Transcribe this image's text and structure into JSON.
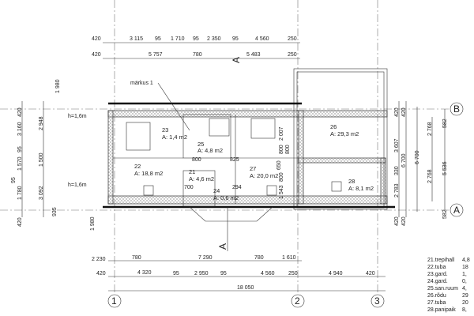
{
  "note": "märkus 1",
  "section_mark": "A",
  "height_notes": [
    "h=1,6m",
    "h=1,6m"
  ],
  "axes": {
    "horizontal": [
      "1",
      "2",
      "3"
    ],
    "vertical": [
      "B",
      "A"
    ]
  },
  "dims_top_1": [
    "420",
    "3 115",
    "95",
    "1 710",
    "95",
    "2 350",
    "95",
    "4 560",
    "250"
  ],
  "dims_top_2": [
    "420",
    "5 757",
    "780",
    "5 483",
    "250"
  ],
  "dims_bottom_1": [
    "2 230",
    "780",
    "7 290",
    "780",
    "1 610"
  ],
  "dims_bottom_2": [
    "420",
    "4 320",
    "95",
    "2 950",
    "95",
    "4 560",
    "250",
    "4 940",
    "420"
  ],
  "dims_bottom_total": "18 050",
  "dims_left": [
    "1 980",
    "420",
    "3 160",
    "95",
    "1 570",
    "95",
    "1 780",
    "420",
    "2 948",
    "1 500",
    "3 092",
    "935",
    "1 980"
  ],
  "dims_right": [
    "420",
    "3 607",
    "330",
    "2 783",
    "420",
    "420",
    "6 700",
    "420",
    "6 700",
    "2 768",
    "2 768",
    "582",
    "5 536",
    "582"
  ],
  "dims_inner": [
    "800",
    "825",
    "700",
    "294",
    "2 007",
    "800",
    "800",
    "650",
    "800",
    "1 543"
  ],
  "rooms": [
    {
      "num": "23",
      "area": "A: 1,4 m2"
    },
    {
      "num": "25",
      "area": "A: 4,8 m2"
    },
    {
      "num": "22",
      "area": "A: 18,8 m2"
    },
    {
      "num": "21",
      "area": "A: 4,6 m2"
    },
    {
      "num": "27",
      "area": "A: 20,0 m2"
    },
    {
      "num": "24",
      "area": "A: 0,6 m2"
    },
    {
      "num": "26",
      "area": "A: 29,3 m2"
    },
    {
      "num": "28",
      "area": "A: 8,1 m2"
    }
  ],
  "legend": [
    {
      "name": "21.trepihall",
      "value": "4,8"
    },
    {
      "name": "22.tuba",
      "value": "18"
    },
    {
      "name": "23.gard.",
      "value": "1,"
    },
    {
      "name": "24.gard.",
      "value": "0,"
    },
    {
      "name": "25.san.ruum",
      "value": "4,"
    },
    {
      "name": "26.rõdu",
      "value": "29"
    },
    {
      "name": "27.tuba",
      "value": "20"
    },
    {
      "name": "28.panipaik",
      "value": "8,"
    }
  ]
}
